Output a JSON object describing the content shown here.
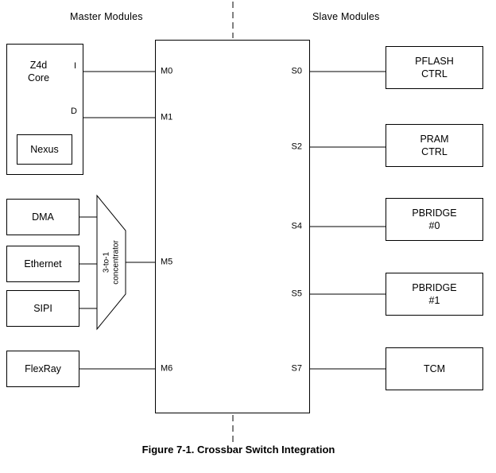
{
  "titles": {
    "master": "Master Modules",
    "slave": "Slave Modules"
  },
  "caption": "Figure 7-1. Crossbar Switch Integration",
  "master": {
    "z4d_core_label": "Z4d\nCore",
    "port_i": "I",
    "port_d": "D",
    "nexus_label": "Nexus",
    "dma_label": "DMA",
    "ethernet_label": "Ethernet",
    "sipi_label": "SIPI",
    "flexray_label": "FlexRay",
    "concentrator_label": "3-to-1\nconcentrator"
  },
  "crossbar": {
    "master_ports": [
      "M0",
      "M1",
      "M5",
      "M6"
    ],
    "slave_ports": [
      "S0",
      "S2",
      "S4",
      "S5",
      "S7"
    ]
  },
  "slaves": {
    "pflash_label": "PFLASH\nCTRL",
    "pram_label": "PRAM\nCTRL",
    "pbridge0_label": "PBRIDGE\n#0",
    "pbridge1_label": "PBRIDGE\n#1",
    "tcm_label": "TCM"
  }
}
